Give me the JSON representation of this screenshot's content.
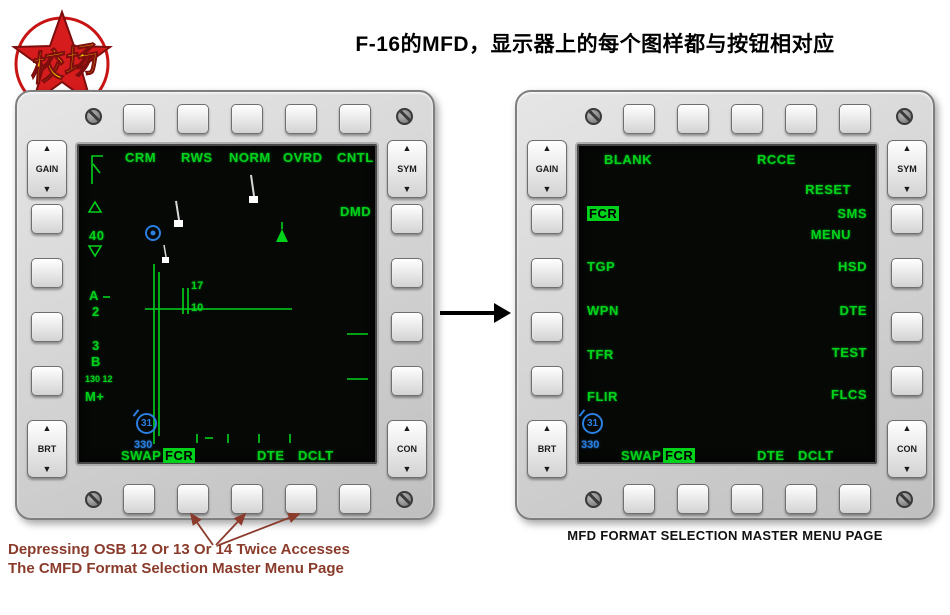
{
  "page": {
    "title": "F-16的MFD，显示器上的每个图样都与按钮相对应"
  },
  "logo": {
    "text": "校场"
  },
  "mfd_controls": {
    "gain": "GAIN",
    "sym": "SYM",
    "brt": "BRT",
    "con": "CON",
    "up_glyph": "▲",
    "down_glyph": "▼"
  },
  "left_mfd": {
    "screen": {
      "osb_top": [
        "CRM",
        "RWS",
        "NORM",
        "OVRD",
        "CNTL"
      ],
      "dmd": "DMD",
      "range": "40",
      "azimuth": "A",
      "bars": "2",
      "scan": "3",
      "b": "B",
      "readout": "130 12",
      "mode": "M+",
      "target_alt_high": "17",
      "target_alt_low": "10",
      "chaff_count": "31",
      "heading": "330",
      "osb_bottom": {
        "swap": "SWAP",
        "fcr": "FCR",
        "dte": "DTE",
        "dclt": "DCLT"
      }
    }
  },
  "right_mfd": {
    "screen": {
      "blank": "BLANK",
      "rcce": "RCCE",
      "reset": "RESET",
      "menu": "MENU",
      "left_menu": [
        "FCR",
        "TGP",
        "WPN",
        "TFR",
        "FLIR"
      ],
      "right_menu": [
        "SMS",
        "HSD",
        "DTE",
        "TEST",
        "FLCS"
      ],
      "chaff_count": "31",
      "heading": "330",
      "osb_bottom": {
        "swap": "SWAP",
        "fcr": "FCR",
        "dte": "DTE",
        "dclt": "DCLT"
      }
    },
    "caption": "MFD  FORMAT SELECTION  MASTER MENU PAGE"
  },
  "annotation": {
    "line1": "Depressing OSB 12 Or 13  Or 14 Twice  Accesses",
    "line2": "The CMFD Format Selection Master Menu Page"
  }
}
